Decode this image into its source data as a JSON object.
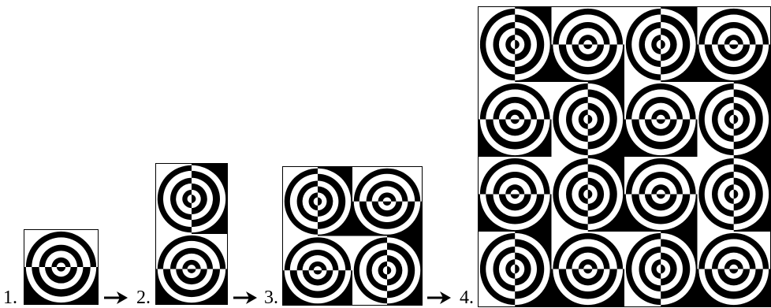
{
  "steps": [
    {
      "label": "1.",
      "cols": 1,
      "rows": 1,
      "tiles": [
        0
      ]
    },
    {
      "label": "2.",
      "cols": 1,
      "rows": 2,
      "tiles": [
        1,
        0
      ]
    },
    {
      "label": "3.",
      "cols": 2,
      "rows": 2,
      "tiles": [
        1,
        0,
        0,
        1
      ]
    },
    {
      "label": "4.",
      "cols": 4,
      "rows": 4,
      "tiles": [
        1,
        0,
        1,
        0,
        0,
        1,
        0,
        1,
        0,
        1,
        0,
        1,
        1,
        0,
        1,
        0
      ]
    }
  ],
  "arrows": [
    "→",
    "→",
    "→"
  ],
  "tile": {
    "colors": {
      "dark": "#000000",
      "light": "#ffffff"
    },
    "pattern": "concentric-rings-split-halves"
  }
}
